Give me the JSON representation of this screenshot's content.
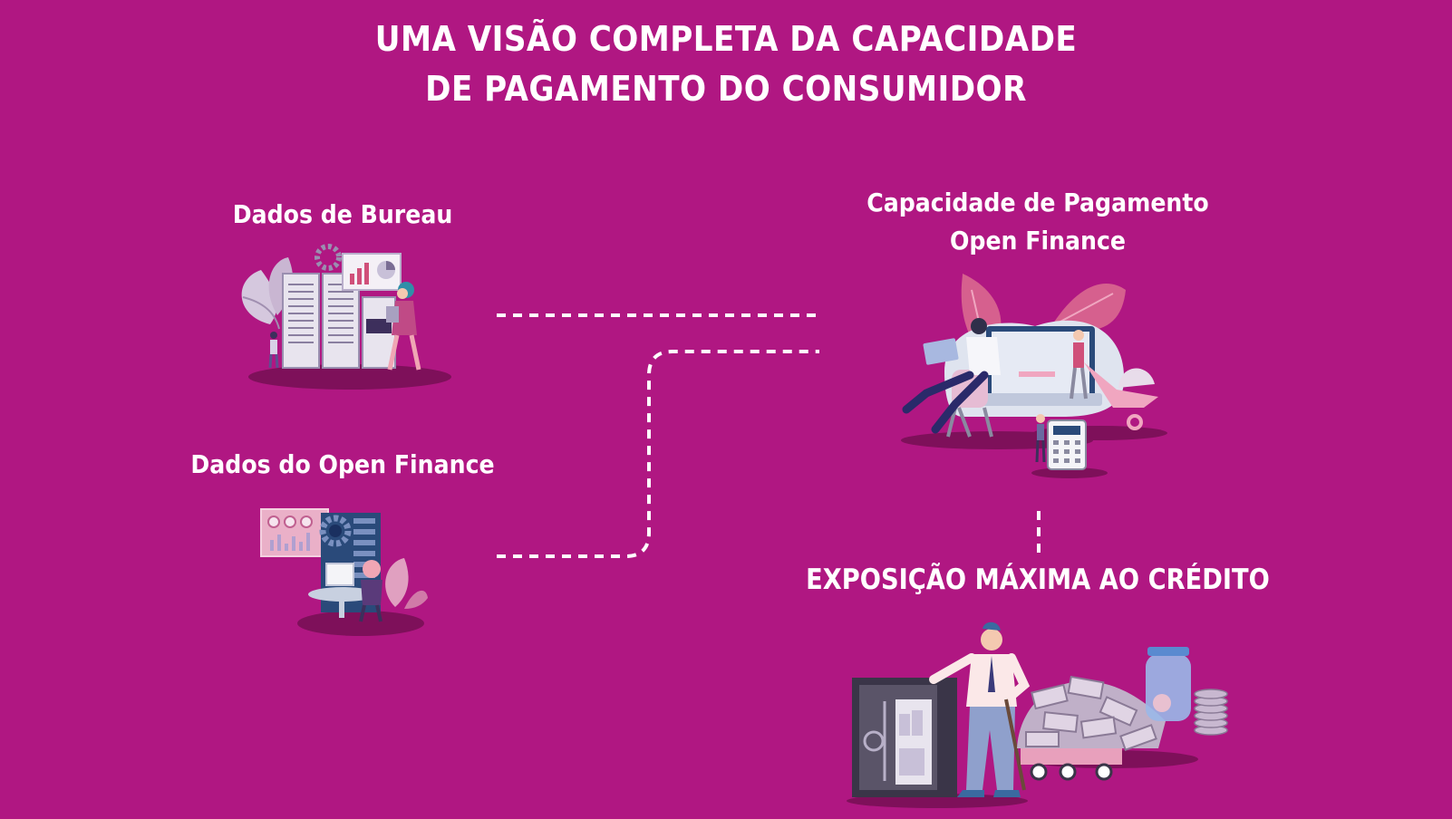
{
  "title": {
    "line1": "UMA VISÃO COMPLETA DA CAPACIDADE",
    "line2": "DE PAGAMENTO DO CONSUMIDOR"
  },
  "nodes": {
    "bureau": {
      "label": "Dados de Bureau"
    },
    "open_finance": {
      "label": "Dados do Open Finance"
    },
    "capacidade": {
      "line1": "Capacidade de Pagamento",
      "line2": "Open Finance"
    },
    "exposicao": {
      "label": "EXPOSIÇÃO MÁXIMA AO CRÉDITO"
    }
  },
  "colors": {
    "background": "#b01782",
    "text": "#ffffff",
    "connector": "#ffffff"
  }
}
